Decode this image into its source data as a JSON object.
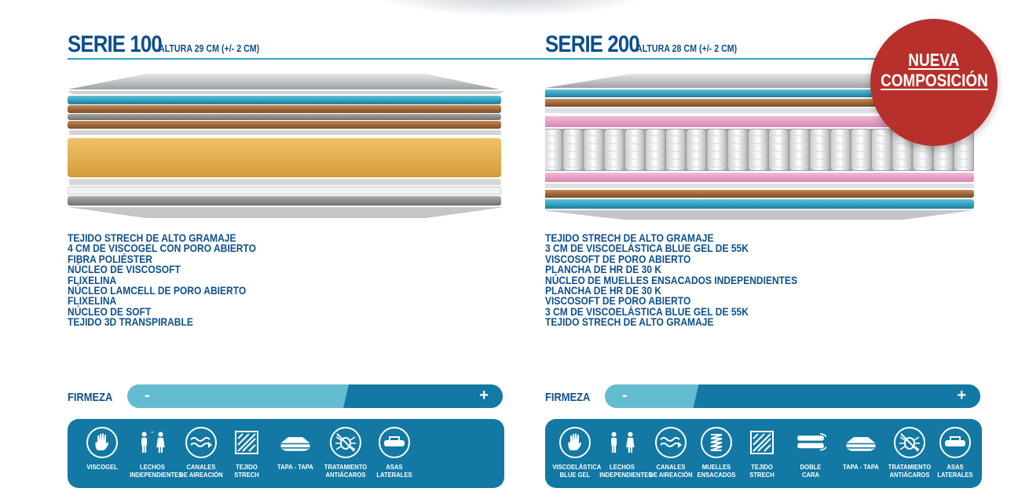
{
  "series_1": {
    "title": "SERIE 100",
    "height": "ALTURA 29 CM (+/- 2 CM)",
    "layers": [
      "TEJIDO STRECH DE ALTO GRAMAJE",
      "4 CM DE VISCOGEL CON PORO ABIERTO",
      "FIBRA POLIÉSTER",
      "NÚCLEO DE VISCOSOFT",
      "FLIXELINA",
      "NÚCLEO LAMCELL DE PORO ABIERTO",
      "FLIXELINA",
      "NÚCLEO DE SOFT",
      "TEJIDO 3D TRANSPIRABLE"
    ],
    "firmness_label": "FIRMEZA",
    "firmness_minus": "-",
    "firmness_plus": "+",
    "firmness_level": 0.59,
    "features": [
      {
        "icon": "hand-icon",
        "label": "VISCOGEL"
      },
      {
        "icon": "two-people-icon",
        "label": "LECHOS\nINDEPENDIENTES"
      },
      {
        "icon": "airflow-icon",
        "label": "CANALES\nDE AIREACIÓN"
      },
      {
        "icon": "stretch-fabric-icon",
        "label": "TEJIDO\nSTRECH"
      },
      {
        "icon": "cover-icon",
        "label": "TAPA - TAPA"
      },
      {
        "icon": "anti-mite-icon",
        "label": "TRATAMIENTO\nANTIÁCAROS"
      },
      {
        "icon": "handle-icon",
        "label": "ASAS\nLATERALES"
      }
    ]
  },
  "series_2": {
    "title": "SERIE 200",
    "height": "ALTURA 28 CM (+/- 2 CM)",
    "layers": [
      "TEJIDO STRECH DE ALTO GRAMAJE",
      "3 CM DE VISCOELÁSTICA BLUE GEL DE 55K",
      "VISCOSOFT DE PORO ABIERTO",
      "PLANCHA DE HR DE 30 K",
      "NÚCLEO DE MUELLES ENSACADOS INDEPENDIENTES",
      "PLANCHA DE HR DE 30 K",
      "VISCOSOFT DE PORO ABIERTO",
      "3 CM DE VISCOELÁSTICA BLUE GEL DE 55K",
      "TEJIDO STRECH DE ALTO GRAMAJE"
    ],
    "firmness_label": "FIRMEZA",
    "firmness_minus": "-",
    "firmness_plus": "+",
    "firmness_level": 0.25,
    "features": [
      {
        "icon": "hand-icon",
        "label": "VISCOELÁSTICA\nBLUE GEL"
      },
      {
        "icon": "two-people-icon",
        "label": "LECHOS\nINDEPENDIENTES"
      },
      {
        "icon": "airflow-icon",
        "label": "CANALES\nDE AIREACIÓN"
      },
      {
        "icon": "spring-icon",
        "label": "MUELLES\nENSACADOS"
      },
      {
        "icon": "stretch-fabric-icon",
        "label": "TEJIDO\nSTRECH"
      },
      {
        "icon": "double-side-icon",
        "label": "DOBLE\nCARA"
      },
      {
        "icon": "cover-icon",
        "label": "TAPA - TAPA"
      },
      {
        "icon": "anti-mite-icon",
        "label": "TRATAMIENTO\nANTIÁCAROS"
      },
      {
        "icon": "handle-icon",
        "label": "ASAS\nLATERALES"
      }
    ]
  },
  "badge": {
    "line_1": "NUEVA",
    "line_2": "COMPOSICIÓN"
  },
  "colors": {
    "brand_blue": "#0d4f8c",
    "teal": "#1378a3",
    "light_teal": "#63bccf",
    "badge_red": "#b8302b",
    "foam_orange": "#e0a94a",
    "coco_brown": "#a5683a",
    "pink_layer": "#e9a3c7"
  }
}
